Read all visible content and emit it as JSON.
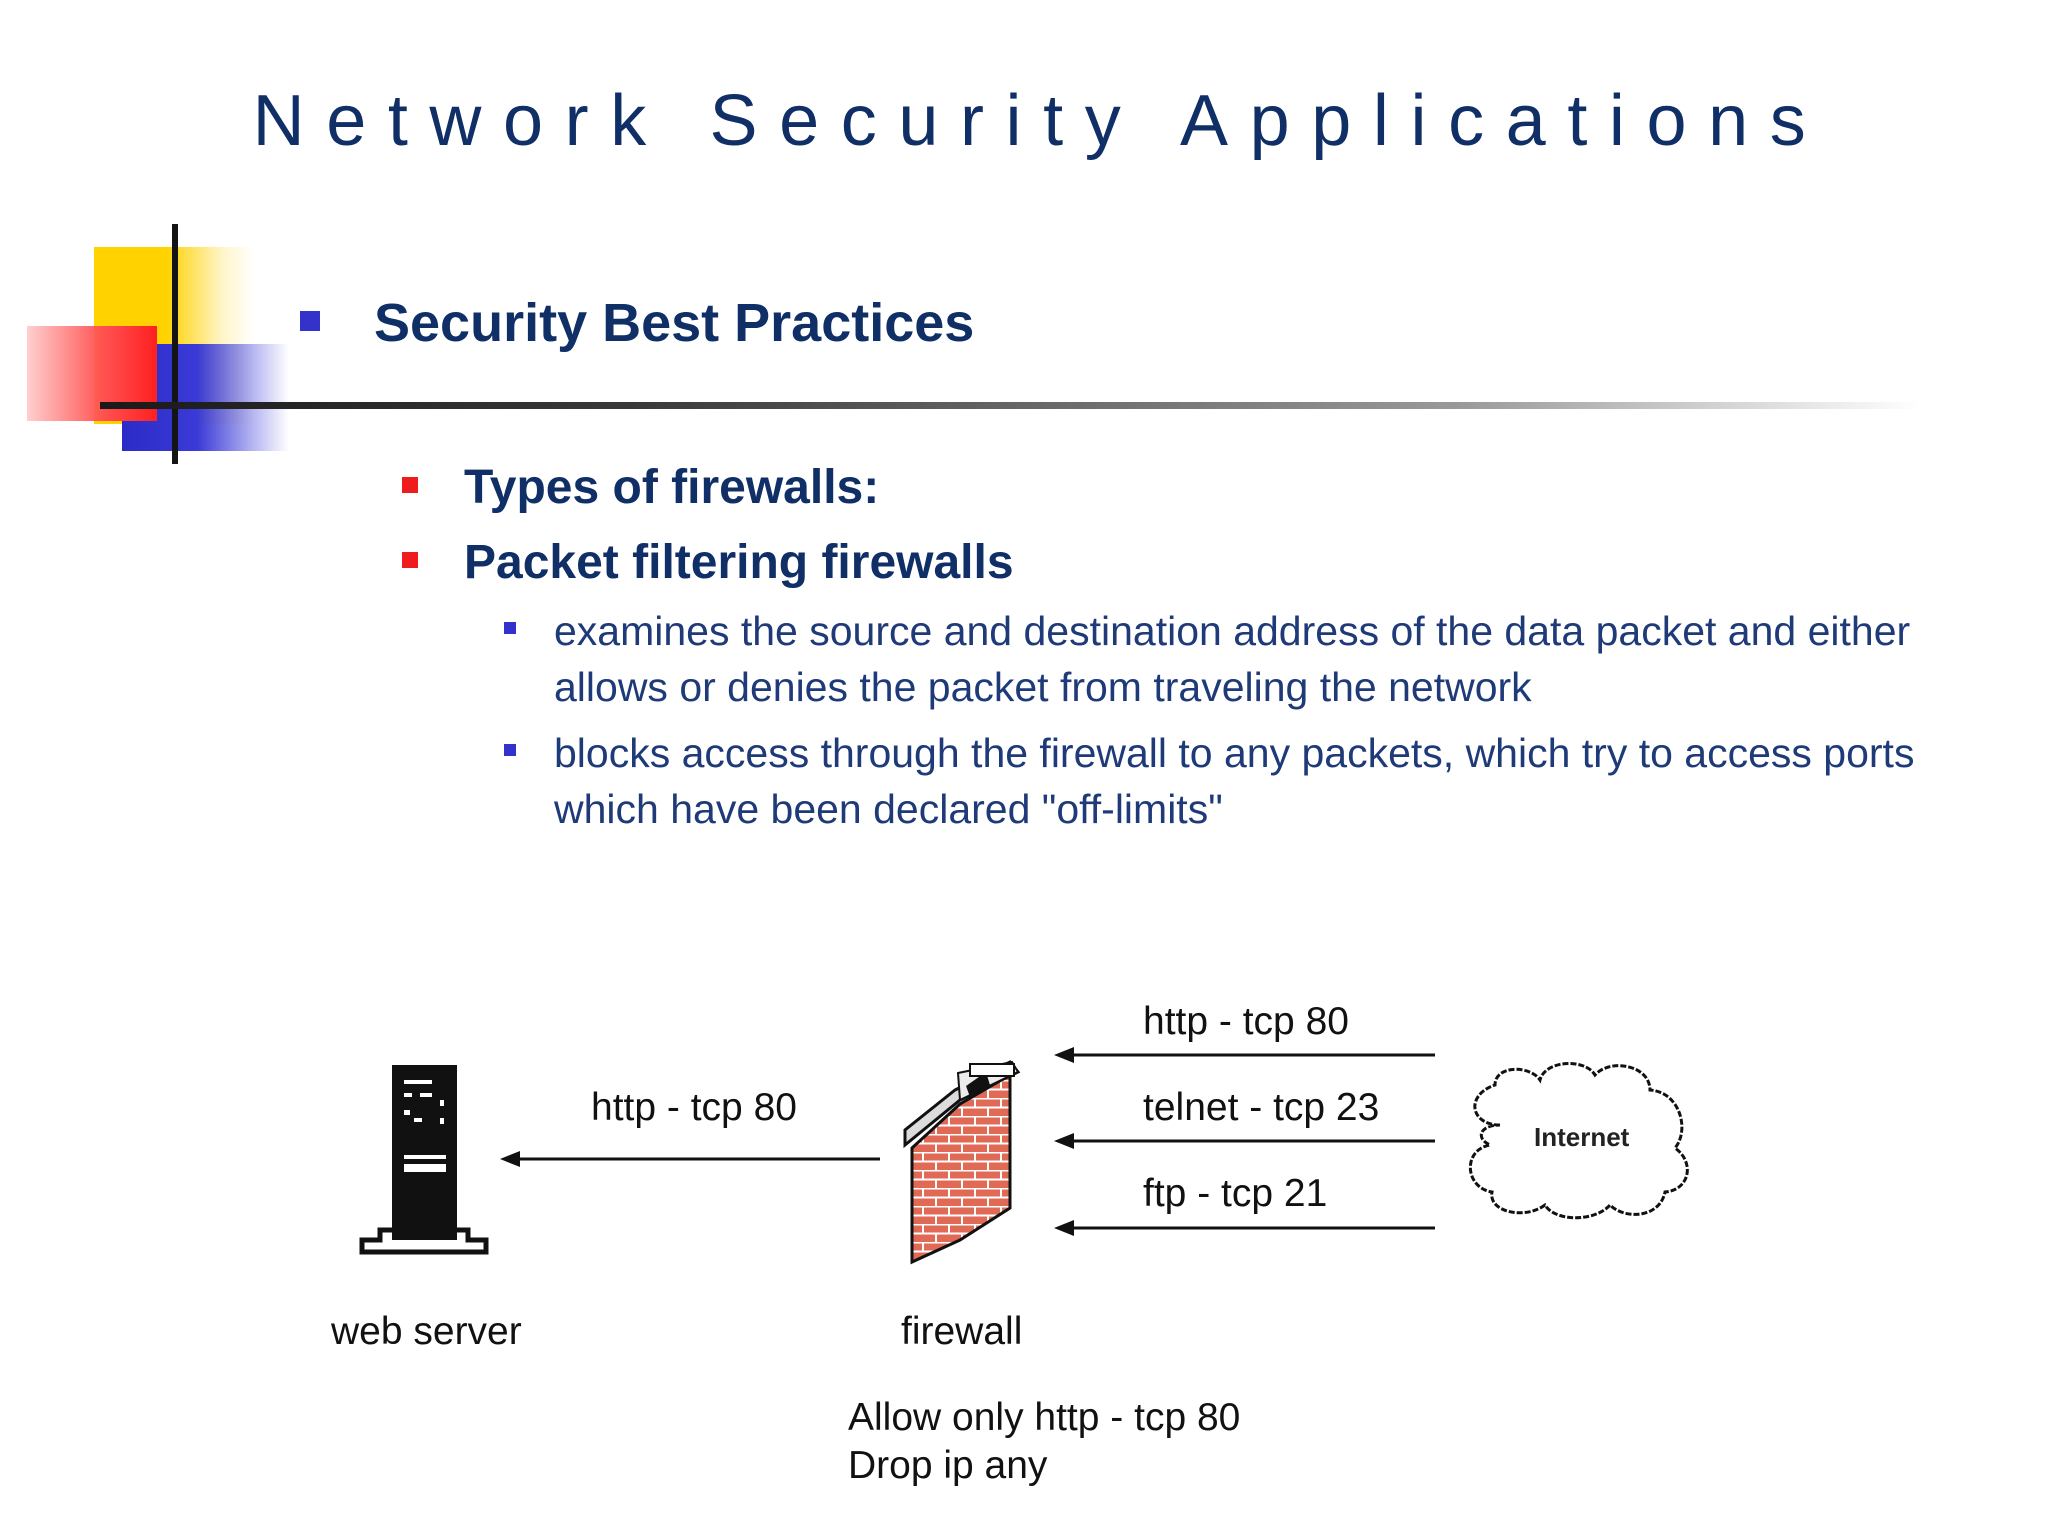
{
  "title": "Network  Security Applications",
  "section": "Security Best Practices",
  "points": [
    "Types of firewalls:",
    "Packet filtering firewalls"
  ],
  "subpoints": [
    "examines the source and destination address of the data packet and either allows or denies the packet from traveling the network",
    "blocks access through the firewall to any packets, which try to access ports which have been declared \"off-limits\""
  ],
  "diagram": {
    "nodes": {
      "web_server": "web server",
      "firewall": "firewall",
      "internet": "Internet"
    },
    "allowed_flow": "http - tcp 80",
    "incoming_flows": [
      "http - tcp 80",
      "telnet - tcp 23",
      "ftp - tcp 21"
    ],
    "rules": [
      "Allow only http - tcp 80",
      "Drop ip any"
    ]
  },
  "colors": {
    "title": "#0f2f66",
    "body_text": "#1f3a78",
    "bullet_blue": "#3333cc",
    "bullet_red": "#ee1c1c",
    "brick": "#e06a55",
    "accent_yellow": "#ffd200",
    "accent_red": "#ff2020"
  }
}
